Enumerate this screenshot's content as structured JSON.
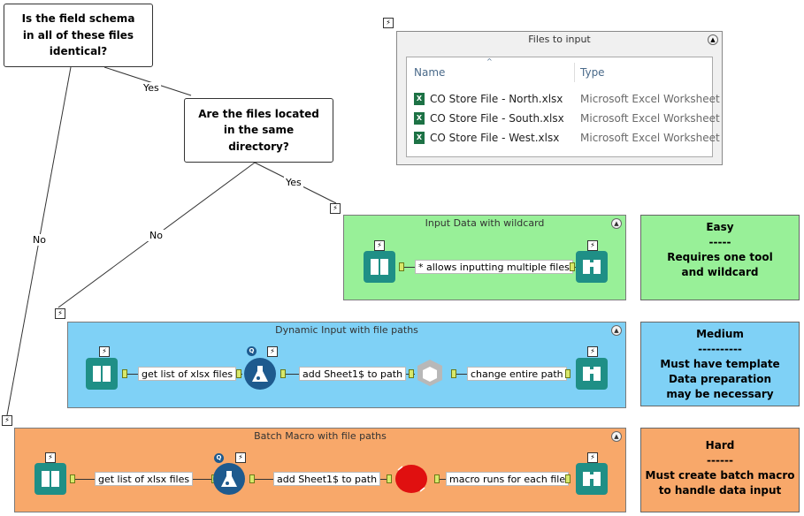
{
  "questions": {
    "q1": "Is the field schema in all of these files identical?",
    "q2": "Are the files located in the same directory?"
  },
  "edges": {
    "yes1": "Yes",
    "yes2": "Yes",
    "no1": "No",
    "no2": "No"
  },
  "files_window": {
    "title": "Files to input",
    "col_name": "Name",
    "col_type": "Type",
    "files": [
      {
        "name": "CO Store File - North.xlsx",
        "type": "Microsoft Excel Worksheet"
      },
      {
        "name": "CO Store File - South.xlsx",
        "type": "Microsoft Excel Worksheet"
      },
      {
        "name": "CO Store File - West.xlsx",
        "type": "Microsoft Excel Worksheet"
      }
    ]
  },
  "containers": {
    "easy": {
      "title": "Input Data with wildcard",
      "labels": [
        "* allows inputting multiple files"
      ]
    },
    "medium": {
      "title": "Dynamic Input with file paths",
      "labels": [
        "get list of xlsx files",
        "add Sheet1$ to path",
        "change entire path"
      ]
    },
    "hard": {
      "title": "Batch Macro with file paths",
      "labels": [
        "get list of xlsx files",
        "add Sheet1$ to path",
        "macro runs for each file"
      ]
    }
  },
  "notes": {
    "easy": {
      "title": "Easy",
      "sep": "-----",
      "line1": "Requires one tool",
      "line2": "and wildcard",
      "color": "#98f098"
    },
    "medium": {
      "title": "Medium",
      "sep": "----------",
      "line1": "Must have template",
      "line2": "Data preparation",
      "line3": "may be necessary",
      "color": "#7fd1f6"
    },
    "hard": {
      "title": "Hard",
      "sep": "------",
      "line1": "Must create batch macro",
      "line2": "to handle data input",
      "color": "#f8a86a"
    }
  },
  "colors": {
    "easy_bg": "#98f098",
    "medium_bg": "#7fd1f6",
    "hard_bg": "#f8a86a",
    "tool_teal": "#1f8f86",
    "formula_blue": "#1e5a8e",
    "macro_red": "#e01010"
  },
  "icons": {
    "input": "book-icon",
    "browse": "binoculars-icon",
    "formula": "flask-icon",
    "dynamic_input": "cube-icon",
    "macro": "macro-icon"
  }
}
